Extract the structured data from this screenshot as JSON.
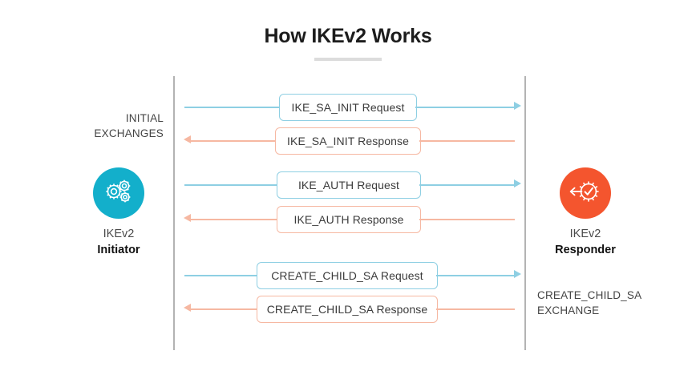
{
  "title": "How IKEv2 Works",
  "colors": {
    "initiator": "#13AFCB",
    "responder": "#F4552E",
    "request": "#8ECFE3",
    "response": "#F6B8A2",
    "lifeline": "#b3b3b3",
    "title_rule": "#dcdcdc"
  },
  "side_labels": {
    "left": "INITIAL\nEXCHANGES",
    "right": "CREATE_CHILD_SA\nEXCHANGE"
  },
  "actors": {
    "initiator": {
      "name": "IKEv2",
      "role": "Initiator",
      "icon": "gears-icon"
    },
    "responder": {
      "name": "IKEv2",
      "role": "Responder",
      "icon": "gear-check-arrow-icon"
    }
  },
  "messages": [
    {
      "label": "IKE_SA_INIT Request",
      "direction": "request"
    },
    {
      "label": "IKE_SA_INIT Response",
      "direction": "response"
    },
    {
      "label": "IKE_AUTH Request",
      "direction": "request"
    },
    {
      "label": "IKE_AUTH Response",
      "direction": "response"
    },
    {
      "label": "CREATE_CHILD_SA Request",
      "direction": "request"
    },
    {
      "label": "CREATE_CHILD_SA Response",
      "direction": "response"
    }
  ]
}
